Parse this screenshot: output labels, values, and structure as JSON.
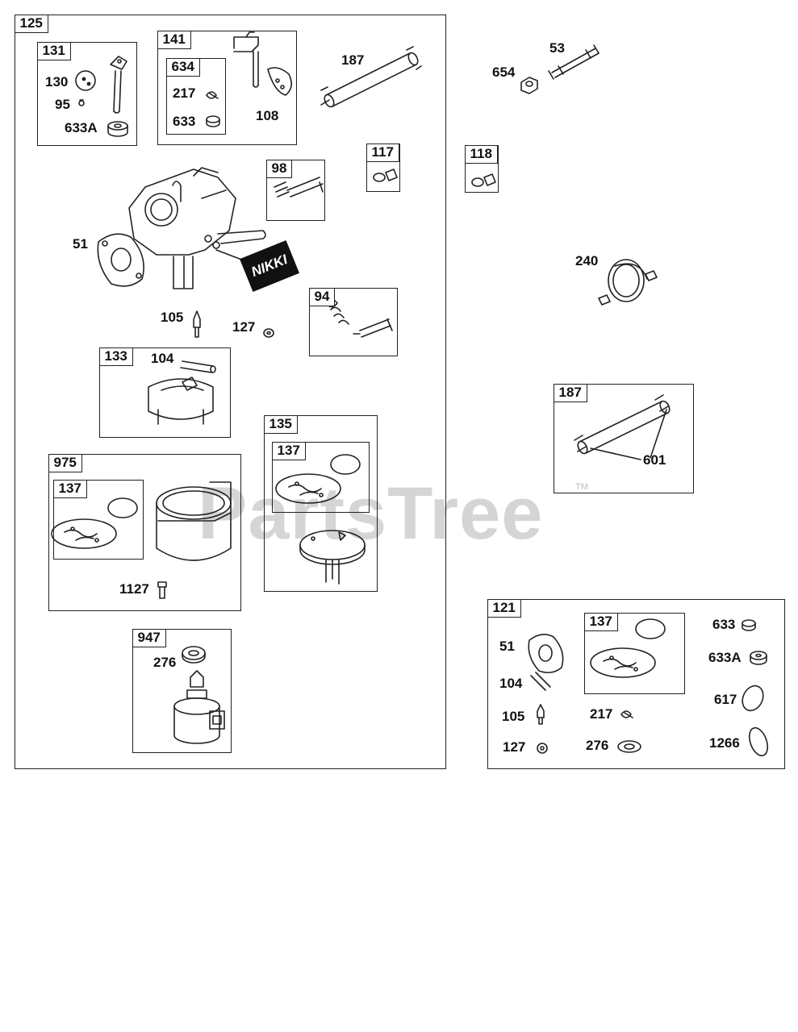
{
  "watermark": {
    "text": "PartsTree",
    "tm": "TM"
  },
  "brand_label": "NIKKI",
  "boxes": {
    "b125": "125",
    "b131": "131",
    "b141": "141",
    "b634": "634",
    "b98": "98",
    "b117": "117",
    "b118": "118",
    "b94": "94",
    "b133": "133",
    "b135": "135",
    "b137a": "137",
    "b975": "975",
    "b137b": "137",
    "b947": "947",
    "b187": "187",
    "b121": "121",
    "b137c": "137"
  },
  "callouts": {
    "c130": "130",
    "c95": "95",
    "c633A": "633A",
    "c217": "217",
    "c633": "633",
    "c108": "108",
    "c187": "187",
    "c654": "654",
    "c53": "53",
    "c51": "51",
    "c240": "240",
    "c105": "105",
    "c127": "127",
    "c104": "104",
    "c1127": "1127",
    "c276": "276",
    "c601": "601",
    "r51": "51",
    "r104": "104",
    "r105": "105",
    "r127": "127",
    "r217": "217",
    "r276": "276",
    "r633": "633",
    "r633A": "633A",
    "r617": "617",
    "r1266": "1266"
  }
}
